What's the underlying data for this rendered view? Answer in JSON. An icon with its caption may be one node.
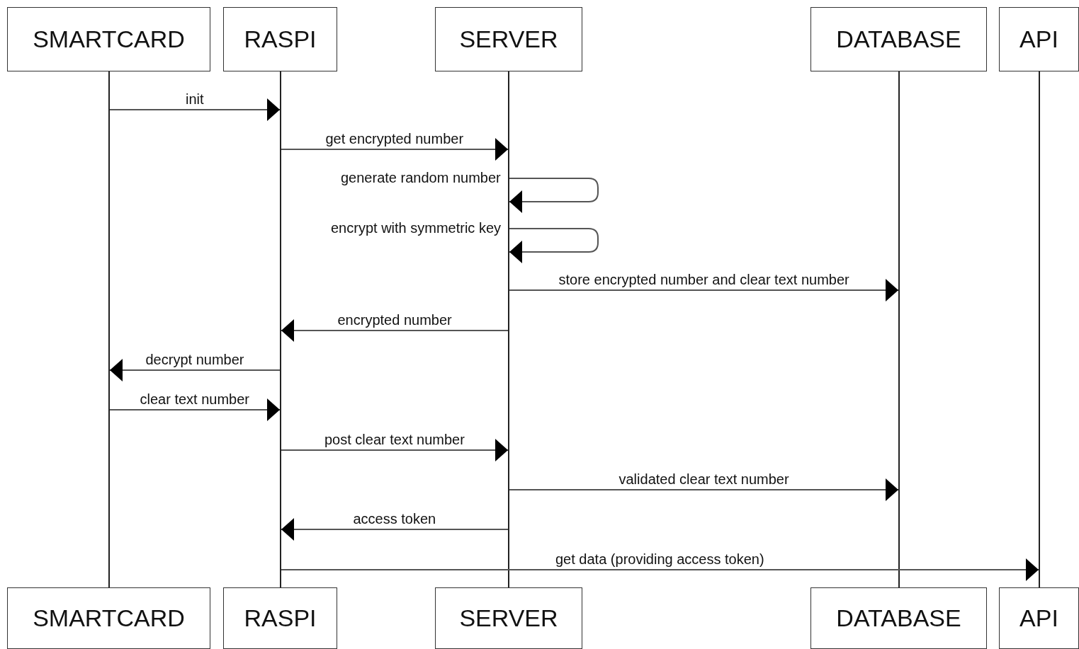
{
  "diagram": {
    "nodes": [
      {
        "text": [
          "SMARTCARD"
        ]
      },
      {
        "text": [
          "RASPI"
        ]
      },
      {
        "text": [
          "SERVER"
        ]
      },
      {
        "text": [
          "DATABASE"
        ]
      },
      {
        "text": [
          "API"
        ]
      },
      {
        "text": [
          "SMARTCARD"
        ]
      },
      {
        "text": [
          "RASPI"
        ]
      },
      {
        "text": [
          "SERVER"
        ]
      },
      {
        "text": [
          "DATABASE"
        ]
      },
      {
        "text": [
          "API"
        ]
      },
      {
        "text": [],
        "shape": "bar"
      },
      {
        "text": [],
        "shape": "bar"
      },
      {
        "text": [],
        "shape": "bar"
      },
      {
        "text": [],
        "shape": "bar"
      },
      {
        "text": [],
        "shape": "bar"
      }
    ],
    "edges": [
      {
        "from": 10,
        "to": 11,
        "arrow": "to",
        "label": "init"
      },
      {
        "from": 11,
        "to": 12,
        "arrow": "to",
        "label": "get encrypted number"
      },
      {
        "from": 12,
        "to": 12,
        "arrow": "to",
        "label": "generate random number"
      },
      {
        "from": 12,
        "to": 12,
        "arrow": "to",
        "label": "encrypt with symmetric key"
      },
      {
        "from": 12,
        "to": 13,
        "arrow": "to",
        "label": "store encrypted number and clear text number"
      },
      {
        "from": 12,
        "to": 11,
        "arrow": "to",
        "label": "encrypted number"
      },
      {
        "from": 11,
        "to": 10,
        "arrow": "to",
        "label": "decrypt number"
      },
      {
        "from": 10,
        "to": 11,
        "arrow": "to",
        "label": "clear text number"
      },
      {
        "from": 11,
        "to": 12,
        "arrow": "to",
        "label": "post clear text number"
      },
      {
        "from": 12,
        "to": 13,
        "arrow": "to",
        "label": "validated clear text number"
      },
      {
        "from": 12,
        "to": 11,
        "arrow": "to",
        "label": "access token"
      },
      {
        "from": 11,
        "to": 14,
        "arrow": "to",
        "label": "get data (providing access token)"
      }
    ]
  }
}
